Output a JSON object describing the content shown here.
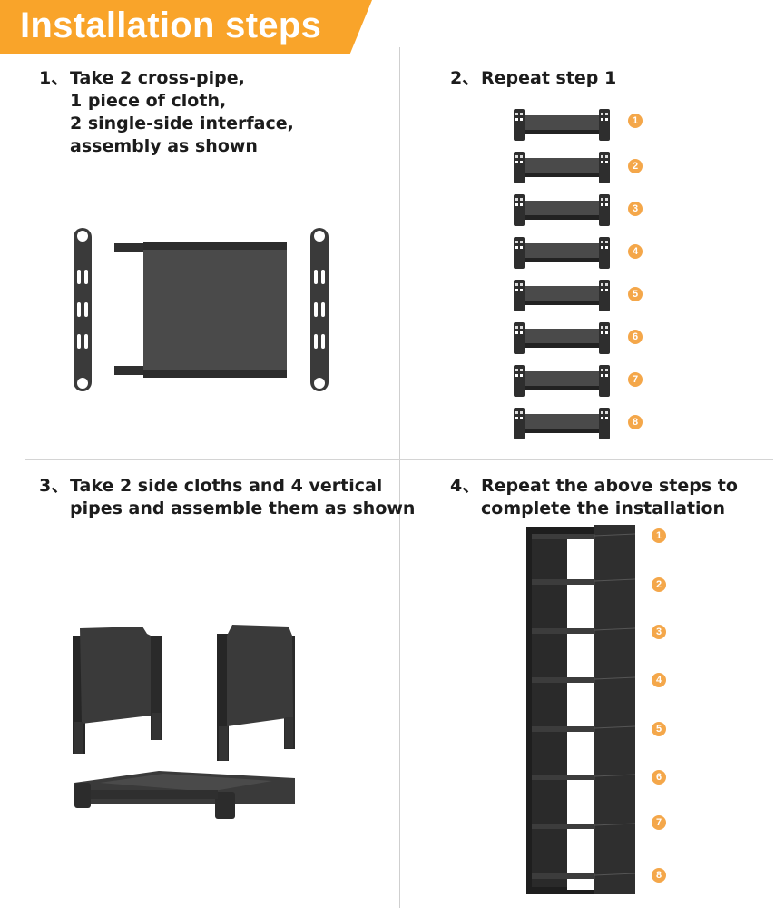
{
  "header": {
    "title": "Installation steps",
    "accent_color": "#f9a42a"
  },
  "steps": [
    {
      "number": "1、",
      "lines": [
        "Take 2 cross-pipe,",
        "1 piece of cloth,",
        "2 single-side interface,",
        "assembly as shown"
      ]
    },
    {
      "number": "2、",
      "lines": [
        "Repeat step 1"
      ]
    },
    {
      "number": "3、",
      "lines": [
        "Take 2 side cloths and 4 vertical",
        "pipes and assemble them as shown"
      ]
    },
    {
      "number": "4、",
      "lines": [
        "Repeat the above steps to",
        "complete the installation"
      ]
    }
  ],
  "step2_badges": [
    "1",
    "2",
    "3",
    "4",
    "5",
    "6",
    "7",
    "8"
  ],
  "step4_badges": [
    "1",
    "2",
    "3",
    "4",
    "5",
    "6",
    "7",
    "8"
  ],
  "badge_color": "#f4a74a",
  "product_color": "#2e2e2e"
}
